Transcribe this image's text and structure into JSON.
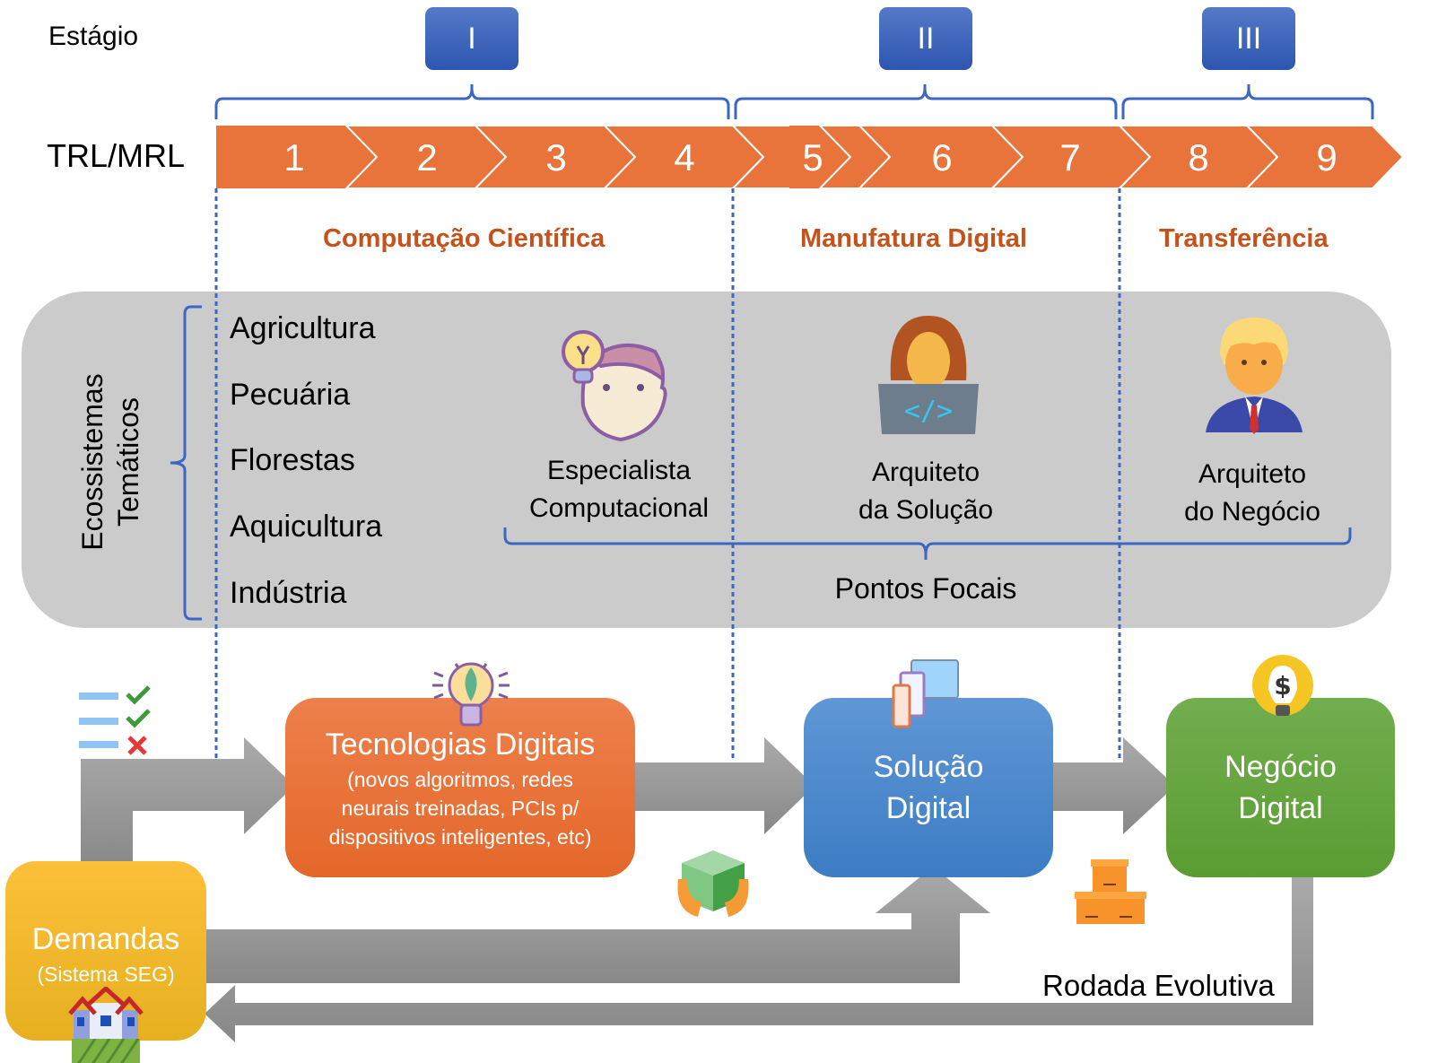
{
  "stage_row": {
    "label": "Estágio",
    "stages": [
      "I",
      "II",
      "III"
    ]
  },
  "trl_row": {
    "label": "TRL/MRL",
    "levels": [
      "1",
      "2",
      "3",
      "4",
      "5",
      "6",
      "7",
      "8",
      "9"
    ]
  },
  "phases": [
    "Computação Científica",
    "Manufatura Digital",
    "Transferência"
  ],
  "ecosystems": {
    "title_line1": "Ecossistemas",
    "title_line2": "Temáticos",
    "items": [
      "Agricultura",
      "Pecuária",
      "Florestas",
      "Aquicultura",
      "Indústria"
    ]
  },
  "focal_points": {
    "label": "Pontos Focais",
    "roles": [
      {
        "line1": "Especialista",
        "line2": "Computacional"
      },
      {
        "line1": "Arquiteto",
        "line2": "da Solução"
      },
      {
        "line1": "Arquiteto",
        "line2": "do Negócio"
      }
    ]
  },
  "flow": {
    "demandas": {
      "title": "Demandas",
      "subtitle": "(Sistema SEG)"
    },
    "tecnologias": {
      "title": "Tecnologias Digitais",
      "sub1": "(novos algoritmos, redes",
      "sub2": "neurais treinadas, PCIs p/",
      "sub3": "dispositivos inteligentes, etc)"
    },
    "solucao": {
      "line1": "Solução",
      "line2": "Digital"
    },
    "negocio": {
      "line1": "Negócio",
      "line2": "Digital"
    },
    "loop_label": "Rodada Evolutiva"
  },
  "colors": {
    "trl_orange": "#e8743b",
    "stage_blue": "#3a63bd",
    "phase_text": "#c5511b",
    "demandas": "#fbbf2e",
    "tecnologias": "#ec6d2f",
    "solucao": "#4a86d0",
    "negocio": "#66a83d",
    "arrow_gray": "#9a9a9a"
  }
}
